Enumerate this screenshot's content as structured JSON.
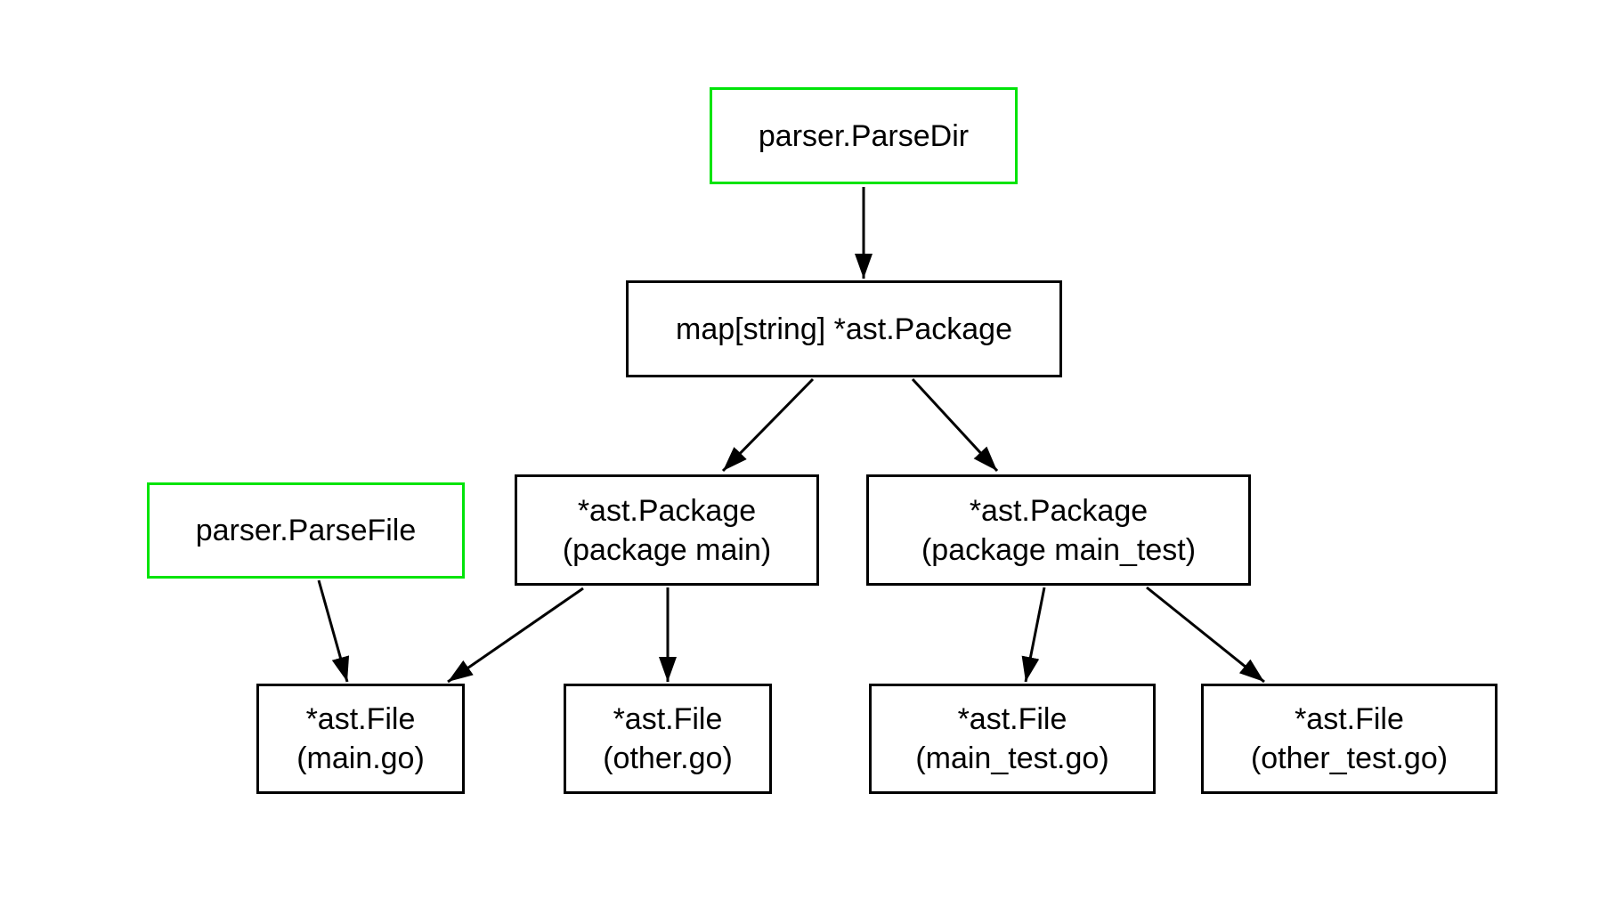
{
  "diagram": {
    "background": "#ffffff",
    "colors": {
      "highlight_border": "#00e409",
      "node_border": "#000000",
      "edge": "#000000",
      "text": "#000000"
    },
    "nodes": [
      {
        "id": "parser-parse-dir",
        "lines": [
          "parser.ParseDir"
        ],
        "style": "highlight"
      },
      {
        "id": "map-string-ast-package",
        "lines": [
          "map[string] *ast.Package"
        ],
        "style": "default"
      },
      {
        "id": "parser-parse-file",
        "lines": [
          "parser.ParseFile"
        ],
        "style": "highlight"
      },
      {
        "id": "ast-package-main",
        "lines": [
          "*ast.Package",
          "(package main)"
        ],
        "style": "default"
      },
      {
        "id": "ast-package-main-test",
        "lines": [
          "*ast.Package",
          "(package main_test)"
        ],
        "style": "default"
      },
      {
        "id": "ast-file-main-go",
        "lines": [
          "*ast.File",
          "(main.go)"
        ],
        "style": "default"
      },
      {
        "id": "ast-file-other-go",
        "lines": [
          "*ast.File",
          "(other.go)"
        ],
        "style": "default"
      },
      {
        "id": "ast-file-main-test-go",
        "lines": [
          "*ast.File",
          "(main_test.go)"
        ],
        "style": "default"
      },
      {
        "id": "ast-file-other-test-go",
        "lines": [
          "*ast.File",
          "(other_test.go)"
        ],
        "style": "default"
      }
    ],
    "edges": [
      {
        "from": "parser-parse-dir",
        "to": "map-string-ast-package"
      },
      {
        "from": "map-string-ast-package",
        "to": "ast-package-main"
      },
      {
        "from": "map-string-ast-package",
        "to": "ast-package-main-test"
      },
      {
        "from": "parser-parse-file",
        "to": "ast-file-main-go"
      },
      {
        "from": "ast-package-main",
        "to": "ast-file-main-go"
      },
      {
        "from": "ast-package-main",
        "to": "ast-file-other-go"
      },
      {
        "from": "ast-package-main-test",
        "to": "ast-file-main-test-go"
      },
      {
        "from": "ast-package-main-test",
        "to": "ast-file-other-test-go"
      }
    ]
  }
}
